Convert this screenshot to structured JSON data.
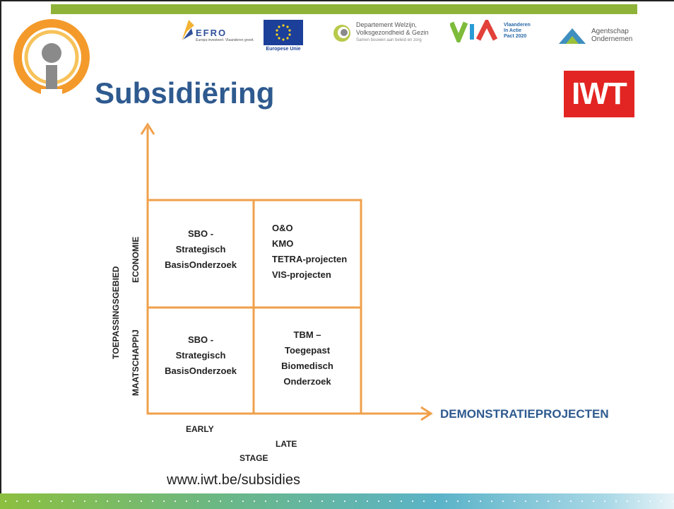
{
  "slide": {
    "title": "Subsidiëring",
    "url": "www.iwt.be/subsidies"
  },
  "sponsors": {
    "efro": {
      "name": "EFRO",
      "sub": "Europa investeert. Vlaanderen groeit."
    },
    "eu": {
      "label": "Europese Unie"
    },
    "dept": {
      "line1": "Departement Welzijn,",
      "line2": "Volksgezondheid & Gezin",
      "line3": "Samen bouwen aan beleid en zorg"
    },
    "via": {
      "line1": "Vlaanderen",
      "line2": "In Actie",
      "line3": "Pact 2020"
    },
    "agents": {
      "line1": "Agentschap",
      "line2": "Ondernemen"
    },
    "iwt": "IWT"
  },
  "diagram": {
    "y_axis_title": "TOEPASSINGSGEBIED",
    "row_labels": {
      "top": "ECONOMIE",
      "bottom": "MAATSCHAPPIJ"
    },
    "x_axis": {
      "early": "EARLY",
      "late": "LATE",
      "stage": "STAGE"
    },
    "arrow_label": "DEMONSTRATIEPROJECTEN",
    "cells": {
      "top_left": [
        "SBO -",
        "Strategisch",
        "BasisOnderzoek"
      ],
      "top_right": [
        "O&O",
        "KMO",
        "TETRA-projecten",
        "VIS-projecten"
      ],
      "bottom_left": [
        "SBO -",
        "Strategisch",
        "BasisOnderzoek"
      ],
      "bottom_right": [
        "TBM –",
        "Toegepast",
        "Biomedisch",
        "Onderzoek"
      ]
    }
  },
  "colors": {
    "accent_orange": "#f0a04b",
    "title_blue": "#2e5a8f",
    "brand_green": "#8fb339",
    "iwt_red": "#e22522"
  }
}
